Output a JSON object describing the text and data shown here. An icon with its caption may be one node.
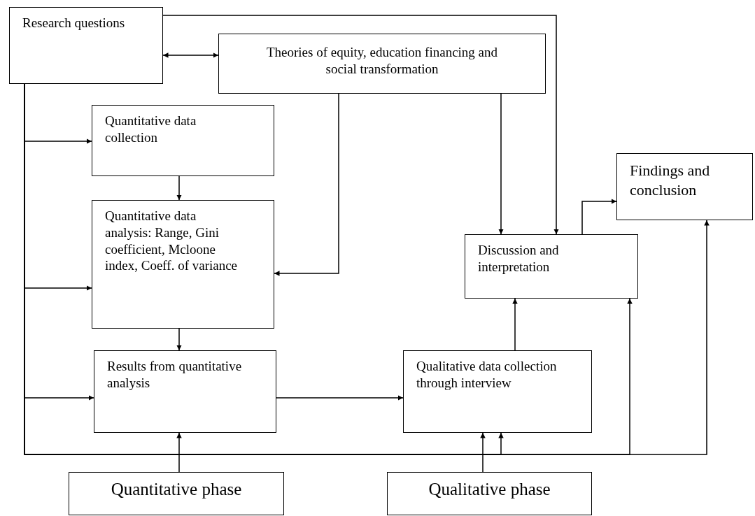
{
  "diagram": {
    "nodes": [
      {
        "text": [
          "Research questions"
        ]
      },
      {
        "text": [
          "Theories of equity, education financing and social transformation"
        ]
      },
      {
        "text": [
          "Quantitative data collection"
        ]
      },
      {
        "text": [
          "Quantitative data analysis: Range, Gini coefficient, Mcloone index, Coeff. of variance"
        ]
      },
      {
        "text": [
          "Results from quantitative analysis"
        ]
      },
      {
        "text": [
          "Discussion and interpretation"
        ]
      },
      {
        "text": [
          "Findings and conclusion"
        ]
      },
      {
        "text": [
          "Qualitative data collection through interview"
        ]
      },
      {
        "text": [
          "Quantitative phase"
        ]
      },
      {
        "text": [
          "Qualitative phase"
        ]
      }
    ],
    "edges": [
      {
        "from": 0,
        "to": 1,
        "arrow": "both"
      },
      {
        "from": 0,
        "to": 5,
        "arrow": "to"
      },
      {
        "from": 1,
        "to": 5,
        "arrow": "to"
      },
      {
        "from": 1,
        "to": 3,
        "arrow": "to"
      },
      {
        "from": 0,
        "to": 2,
        "arrow": "to"
      },
      {
        "from": 0,
        "to": 3,
        "arrow": "to"
      },
      {
        "from": 0,
        "to": 4,
        "arrow": "to"
      },
      {
        "from": 0,
        "to": 7,
        "arrow": "to"
      },
      {
        "from": 0,
        "to": 5,
        "arrow": "to"
      },
      {
        "from": 0,
        "to": 6,
        "arrow": "to"
      },
      {
        "from": 2,
        "to": 3,
        "arrow": "to"
      },
      {
        "from": 3,
        "to": 4,
        "arrow": "to"
      },
      {
        "from": 4,
        "to": 7,
        "arrow": "to"
      },
      {
        "from": 7,
        "to": 5,
        "arrow": "to"
      },
      {
        "from": 5,
        "to": 6,
        "arrow": "to"
      },
      {
        "from": 8,
        "to": 4,
        "arrow": "to"
      },
      {
        "from": 9,
        "to": 7,
        "arrow": "to"
      }
    ]
  }
}
